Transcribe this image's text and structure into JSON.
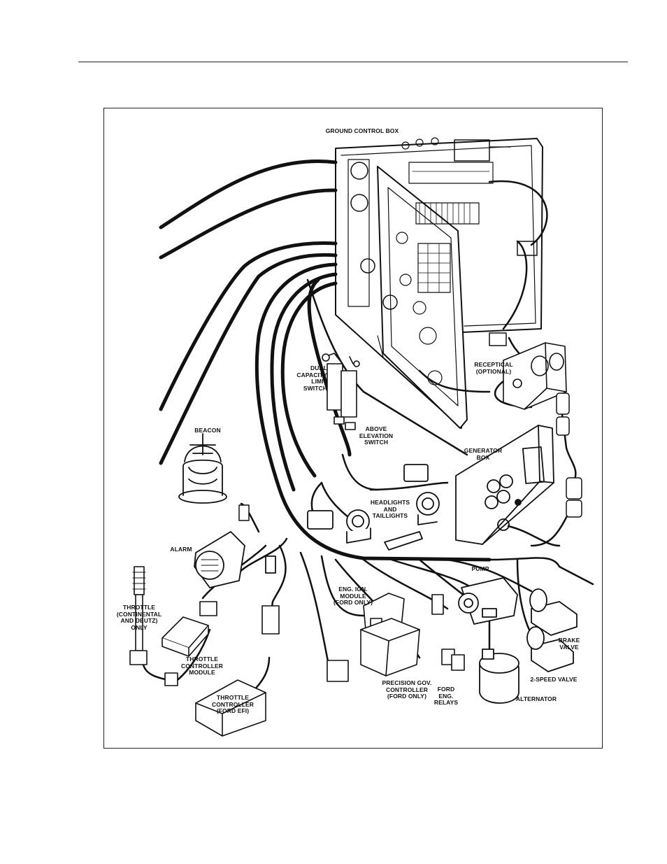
{
  "labels": {
    "ground_control_box": "GROUND CONTROL BOX",
    "dual_capacity_limit_switch": "DUAL\nCAPACITY\nLIMIT\nSWITCH",
    "receptical": "RECEPTICAL\n(OPTIONAL)",
    "beacon": "BEACON",
    "above_elevation_switch": "ABOVE\nELEVATION\nSWITCH",
    "generator_box": "GENERATOR\nBOX",
    "headlights_taillights": "HEADLIGHTS\nAND\nTAILLIGHTS",
    "alarm": "ALARM",
    "pump": "PUMP",
    "eng_ign_module": "ENG. IGN.\nMODULE\n(FORD ONLY)",
    "throttle": "THROTTLE\n(CONTINENTAL\nAND DEUTZ)\nONLY",
    "brake_valve": "BRAKE\nVALVE",
    "throttle_controller_module": "THROTTLE\nCONTROLLER\nMODULE",
    "two_speed_valve": "2-SPEED VALVE",
    "precision_gov_controller": "PRECISION GOV.\nCONTROLLER\n(FORD ONLY)",
    "ford_eng_relays": "FORD\nENG.\nRELAYS",
    "alternator": "ALTERNATOR",
    "throttle_controller_efi": "THROTTLE\nCONTROLLER\n(FORD EFI)"
  },
  "colors": {
    "ink": "#111111",
    "paper": "#ffffff"
  }
}
